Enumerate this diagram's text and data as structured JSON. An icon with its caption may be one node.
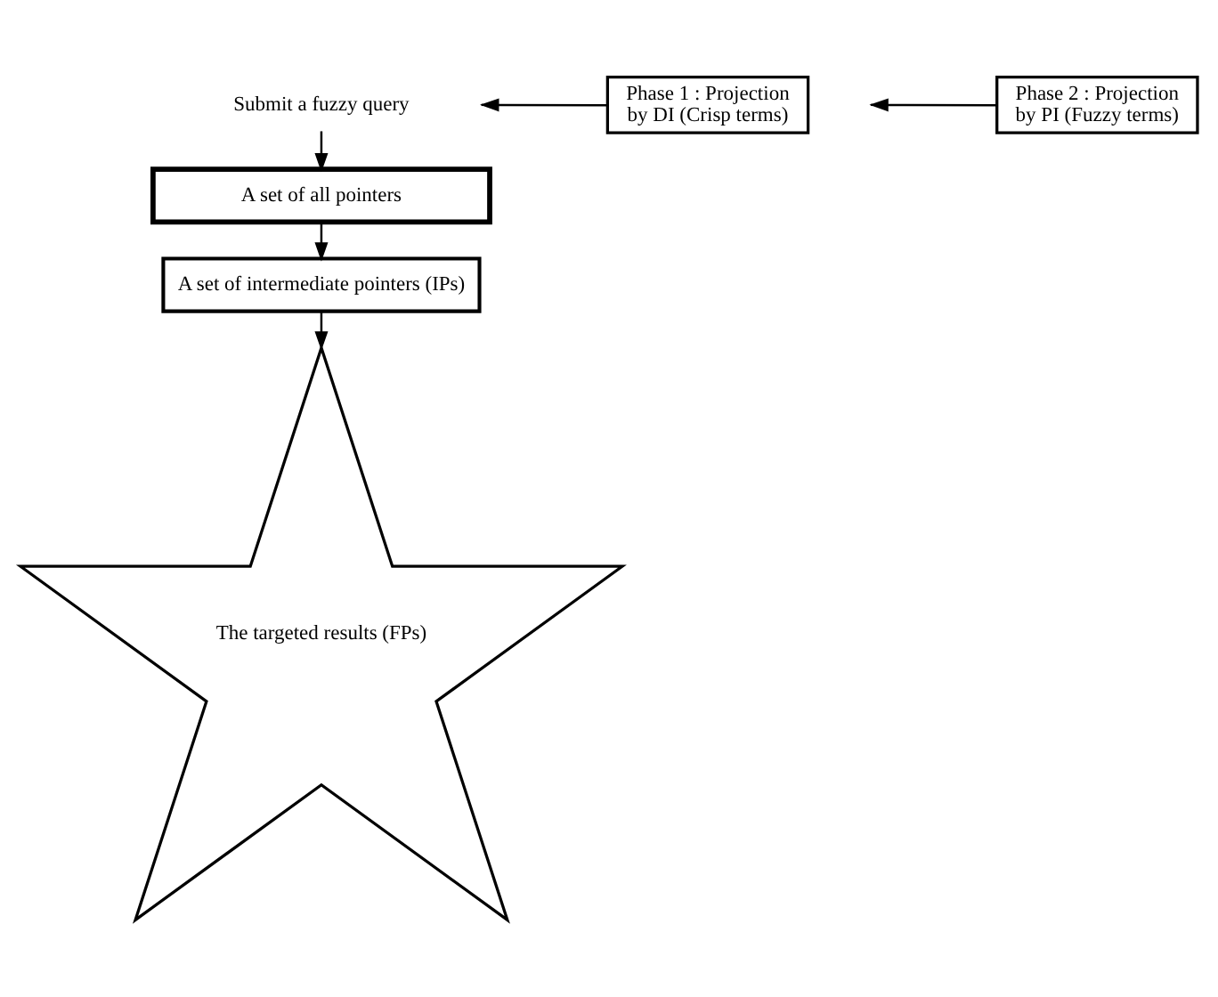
{
  "diagram": {
    "nodes": [
      {
        "text": [
          "Submit a fuzzy query"
        ]
      },
      {
        "text": [
          "A set of all pointers"
        ]
      },
      {
        "text": [
          "Phase 1 : Projection by DI (Crisp terms)"
        ]
      },
      {
        "text": [
          "A set of intermediate pointers (IPs)"
        ]
      },
      {
        "text": [
          "Phase 2 : Projection by PI (Fuzzy terms)"
        ]
      },
      {
        "text": [
          "The targeted results (FPs)"
        ]
      }
    ],
    "edges": [
      {
        "from": 0,
        "to": 1,
        "arrow": "to"
      },
      {
        "from": 1,
        "to": 3,
        "arrow": "to"
      },
      {
        "from": 2,
        "to": null,
        "arrow": "to"
      },
      {
        "from": 3,
        "to": 5,
        "arrow": "to"
      },
      {
        "from": 4,
        "to": null,
        "arrow": "to"
      }
    ]
  }
}
